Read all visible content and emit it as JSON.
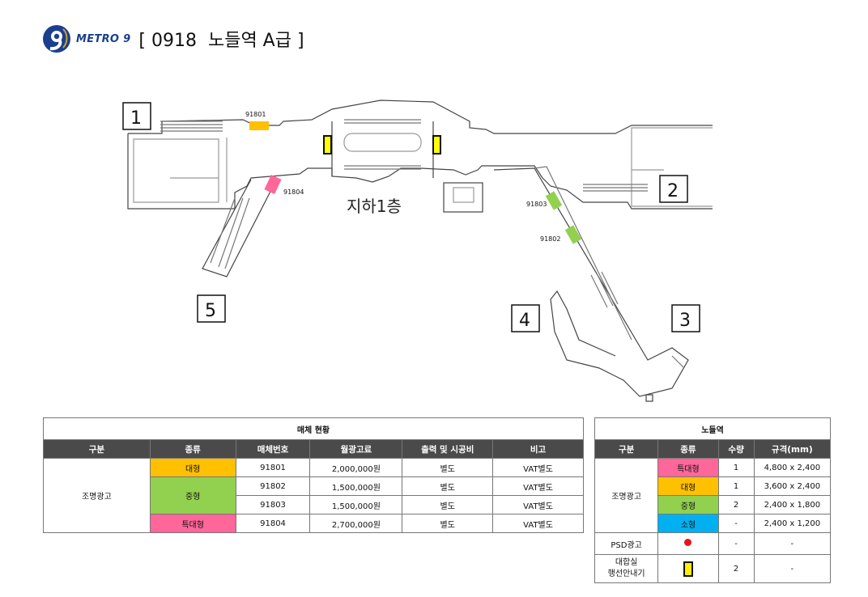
{
  "header": {
    "brand": "METRO 9",
    "title": "[ 0918  노들역 A급 ]"
  },
  "map": {
    "floor_label": "지하1층",
    "exits": [
      "1",
      "2",
      "3",
      "4",
      "5"
    ],
    "ad_codes": [
      "91801",
      "91802",
      "91803",
      "91804"
    ],
    "colors": {
      "대형": "#ffc000",
      "중형": "#92d050",
      "특대형": "#ff6699",
      "소형": "#00b0f0",
      "행선안내기": "#ffff00",
      "psd": "#e6141e"
    }
  },
  "media_table": {
    "caption": "매체 현황",
    "headers": [
      "구분",
      "종류",
      "매체번호",
      "월광고료",
      "출력 및 시공비",
      "비고"
    ],
    "group": "조명광고",
    "rows": [
      {
        "type": "대형",
        "code": "91801",
        "fee": "2,000,000원",
        "install": "별도",
        "note": "VAT별도"
      },
      {
        "type": "중형",
        "code": "91802",
        "fee": "1,500,000원",
        "install": "별도",
        "note": "VAT별도"
      },
      {
        "type": "",
        "code": "91803",
        "fee": "1,500,000원",
        "install": "별도",
        "note": "VAT별도"
      },
      {
        "type": "특대형",
        "code": "91804",
        "fee": "2,700,000원",
        "install": "별도",
        "note": "VAT별도"
      }
    ]
  },
  "station_table": {
    "caption": "노들역",
    "headers": [
      "구분",
      "종류",
      "수량",
      "규격(mm)"
    ],
    "group1": "조명광고",
    "rows": [
      {
        "type": "특대형",
        "qty": "1",
        "spec": "4,800 x 2,400"
      },
      {
        "type": "대형",
        "qty": "1",
        "spec": "3,600 x 2,400"
      },
      {
        "type": "중형",
        "qty": "2",
        "spec": "2,400 x 1,800"
      },
      {
        "type": "소형",
        "qty": "-",
        "spec": "2,400 x 1,200"
      }
    ],
    "psd": {
      "label": "PSD광고",
      "qty": "-",
      "spec": "-"
    },
    "guide": {
      "label_line1": "대합실",
      "label_line2": "행선안내기",
      "qty": "2",
      "spec": "-"
    }
  }
}
